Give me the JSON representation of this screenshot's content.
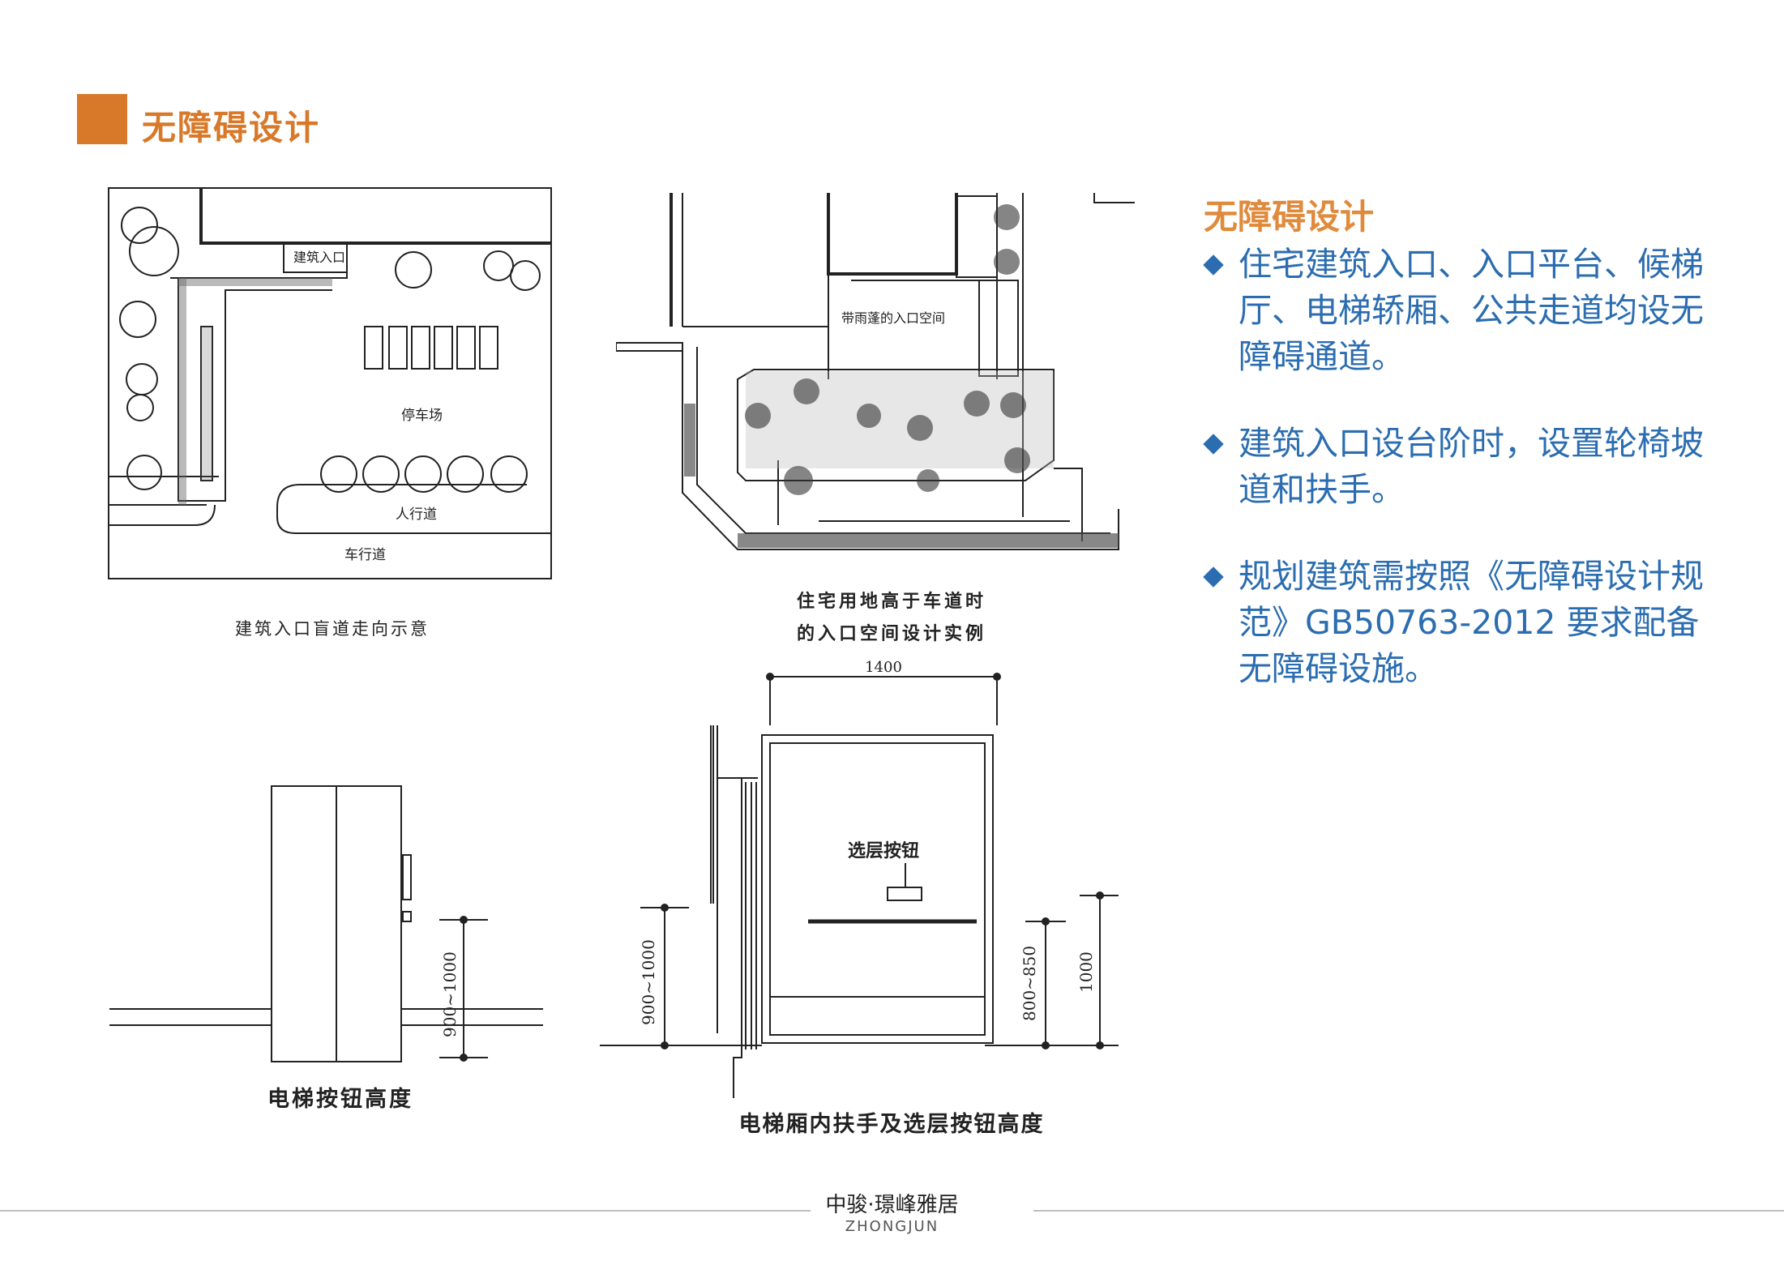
{
  "header": {
    "title": "无障碍设计"
  },
  "figures": {
    "fig1": {
      "caption": "建筑入口盲道走向示意",
      "label_entrance": "建筑入口",
      "label_parking": "停车场",
      "label_sidewalk": "人行道",
      "label_road": "车行道"
    },
    "fig2": {
      "caption_line1": "住宅用地高于车道时",
      "caption_line2": "的入口空间设计实例",
      "label_canopy": "带雨蓬的入口空间"
    },
    "fig3": {
      "caption": "电梯按钮高度",
      "dim": "900~1000"
    },
    "fig4": {
      "caption": "电梯厢内扶手及选层按钮高度",
      "label_button": "选层按钮",
      "dim_top": "1400",
      "dim_left": "900~1000",
      "dim_right1": "800~850",
      "dim_right2": "1000"
    }
  },
  "side": {
    "title": "无障碍设计",
    "bullets": [
      "住宅建筑入口、入口平台、候梯厅、电梯轿厢、公共走道均设无障碍通道。",
      "建筑入口设台阶时，设置轮椅坡道和扶手。",
      "规划建筑需按照《无障碍设计规范》GB50763-2012 要求配备无障碍设施。"
    ]
  },
  "footer": {
    "brand": "中骏·璟峰雅居",
    "brand_en": "ZHONGJUN"
  },
  "colors": {
    "accent": "#d8792a",
    "bullet": "#2b6db0"
  }
}
